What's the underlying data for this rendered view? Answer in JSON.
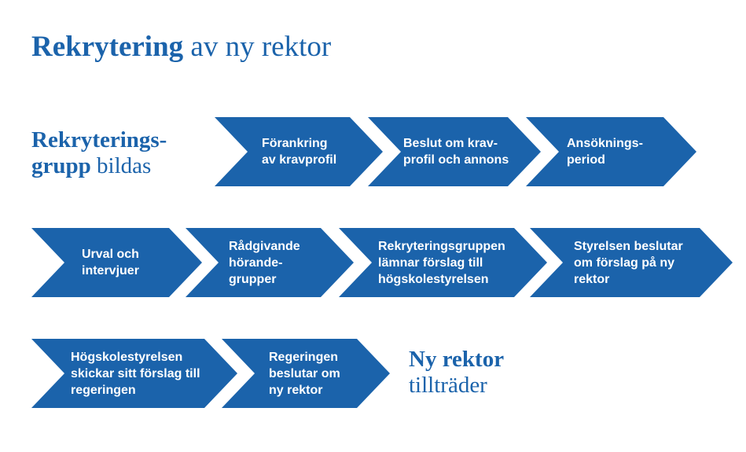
{
  "title": {
    "bold": "Rekrytering",
    "light": "av ny rektor"
  },
  "start_label": {
    "bold_line1": "Rekryterings-",
    "bold_line2": "grupp",
    "light_line2": "bildas"
  },
  "end_label": {
    "bold": "Ny rektor",
    "light": "tillträder"
  },
  "colors": {
    "accent": "#1b63ab"
  },
  "steps": [
    "Förankring\nav kravprofil",
    "Beslut om krav-\nprofil och annons",
    "Ansöknings-\nperiod",
    "Urval och\nintervjuer",
    "Rådgivande\nhörande-\ngrupper",
    "Rekryteringsgruppen\nlämnar förslag till\nhögskolestyrelsen",
    "Styrelsen beslutar\nom förslag på ny\nrektor",
    "Högskolestyrelsen\nskickar sitt förslag till\nregeringen",
    "Regeringen\nbeslutar om\nny rektor"
  ]
}
